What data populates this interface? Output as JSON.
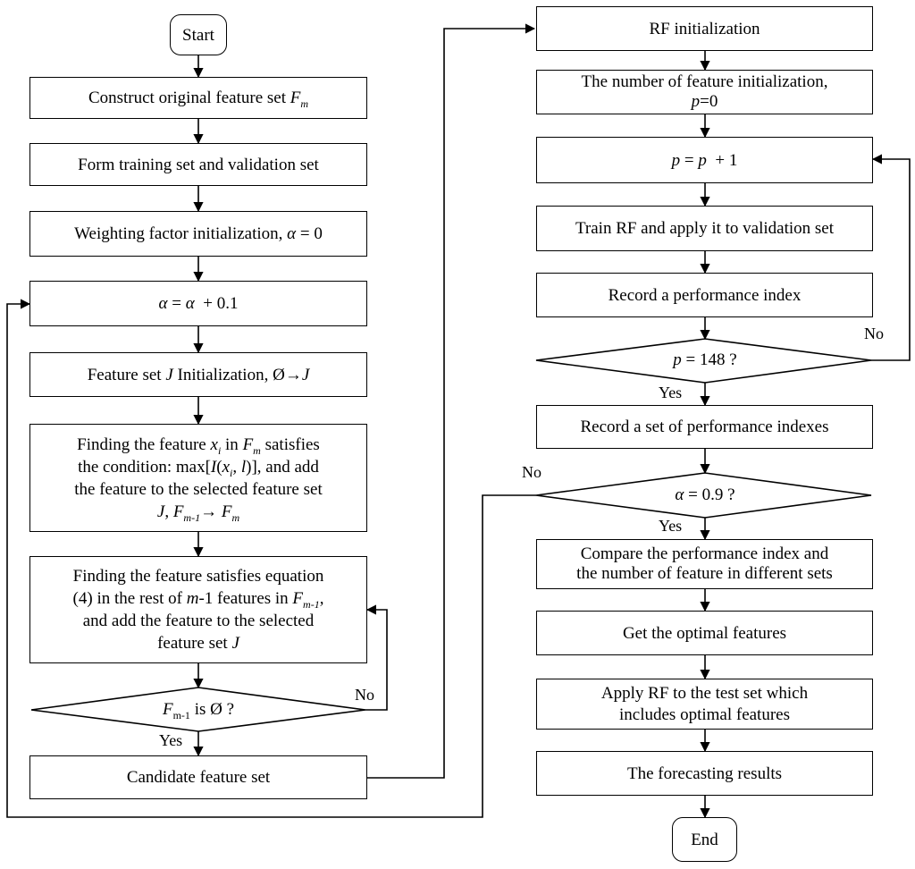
{
  "left": {
    "start": "Start",
    "construct": {
      "text": "Construct original feature set ",
      "var": "F",
      "sub": "m"
    },
    "form": "Form training set and validation set",
    "weighting": {
      "text": "Weighting factor initialization, ",
      "var": "α",
      "rest": " = 0"
    },
    "alpha_inc": {
      "var": "α",
      "mid": " = ",
      "var2": "α",
      "rest": "  + 0.1"
    },
    "init_j": {
      "text": "Feature set ",
      "var": "J",
      "mid": " Initialization, Ø",
      "arrow": "→",
      "var2": "J"
    },
    "finding1": {
      "l1a": "Finding the feature ",
      "x": "x",
      "xi": "i",
      "l1b": " in ",
      "F": "F",
      "Fm": "m",
      "l1c": " satisfies",
      "l2a": "the condition: max[",
      "I": "I",
      "l2b": "(",
      "x2": "x",
      "x2i": "i",
      "l2c": ", ",
      "l": "l",
      "l2d": ")], and add",
      "l3": "the feature to the selected feature set",
      "J": "J",
      "l4a": ", ",
      "F2": "F",
      "F2sub": "m-1",
      "arrow": "→ ",
      "F3": "F",
      "F3sub": "m"
    },
    "finding2": {
      "l1": "Finding the feature satisfies equation",
      "l2a": "(4) in the rest of ",
      "m": "m",
      "l2b": "-1 features in ",
      "F": "F",
      "Fsub": "m-1",
      "l2c": ",",
      "l3": "and add the feature to  the selected",
      "l4": "feature set ",
      "J": "J"
    },
    "decision": {
      "F": "F",
      "sub": "m-1",
      "rest": " is Ø ?"
    },
    "candidate": "Candidate feature set",
    "no": "No",
    "yes": "Yes"
  },
  "right": {
    "rf_init": "RF initialization",
    "num_init": {
      "l1": "The number of feature initialization,",
      "var": "p",
      "rest": "=0"
    },
    "p_inc": {
      "var": "p",
      "mid": " = ",
      "var2": "p",
      "rest": "  + 1"
    },
    "train": "Train RF and apply it to validation set",
    "record": "Record a performance index",
    "p_decision": {
      "var": "p",
      "rest": " = 148 ?"
    },
    "record_set": "Record a set of performance indexes",
    "alpha_decision": {
      "var": "α",
      "rest": " = 0.9 ?"
    },
    "compare": {
      "l1": "Compare the performance index and",
      "l2": "the number of feature in different sets"
    },
    "optimal": "Get the optimal features",
    "apply": {
      "l1": "Apply RF to the test set which",
      "l2": "includes optimal features"
    },
    "forecast": "The forecasting results",
    "end": "End",
    "no_p": "No",
    "yes_p": "Yes",
    "no_alpha": "No",
    "yes_alpha": "Yes"
  }
}
